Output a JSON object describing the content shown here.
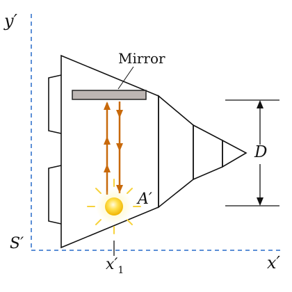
{
  "axes": {
    "y_label": "y′",
    "x_label": "x′",
    "origin_label": "S′",
    "axis_color": "#5b8fd6"
  },
  "labels": {
    "mirror": "Mirror",
    "position_var": "x",
    "position_prime": "′",
    "position_sub": "1",
    "event": "A′",
    "dimension": "D"
  },
  "colors": {
    "ray": "#c8690a",
    "mirror_fill": "#bdb6b3",
    "light_core": "#f5c400",
    "light_halo": "#fde77a",
    "ship_outline": "#111111"
  },
  "icons": {
    "light_source": "light-bulb-icon",
    "ship": "spaceship-outline"
  }
}
